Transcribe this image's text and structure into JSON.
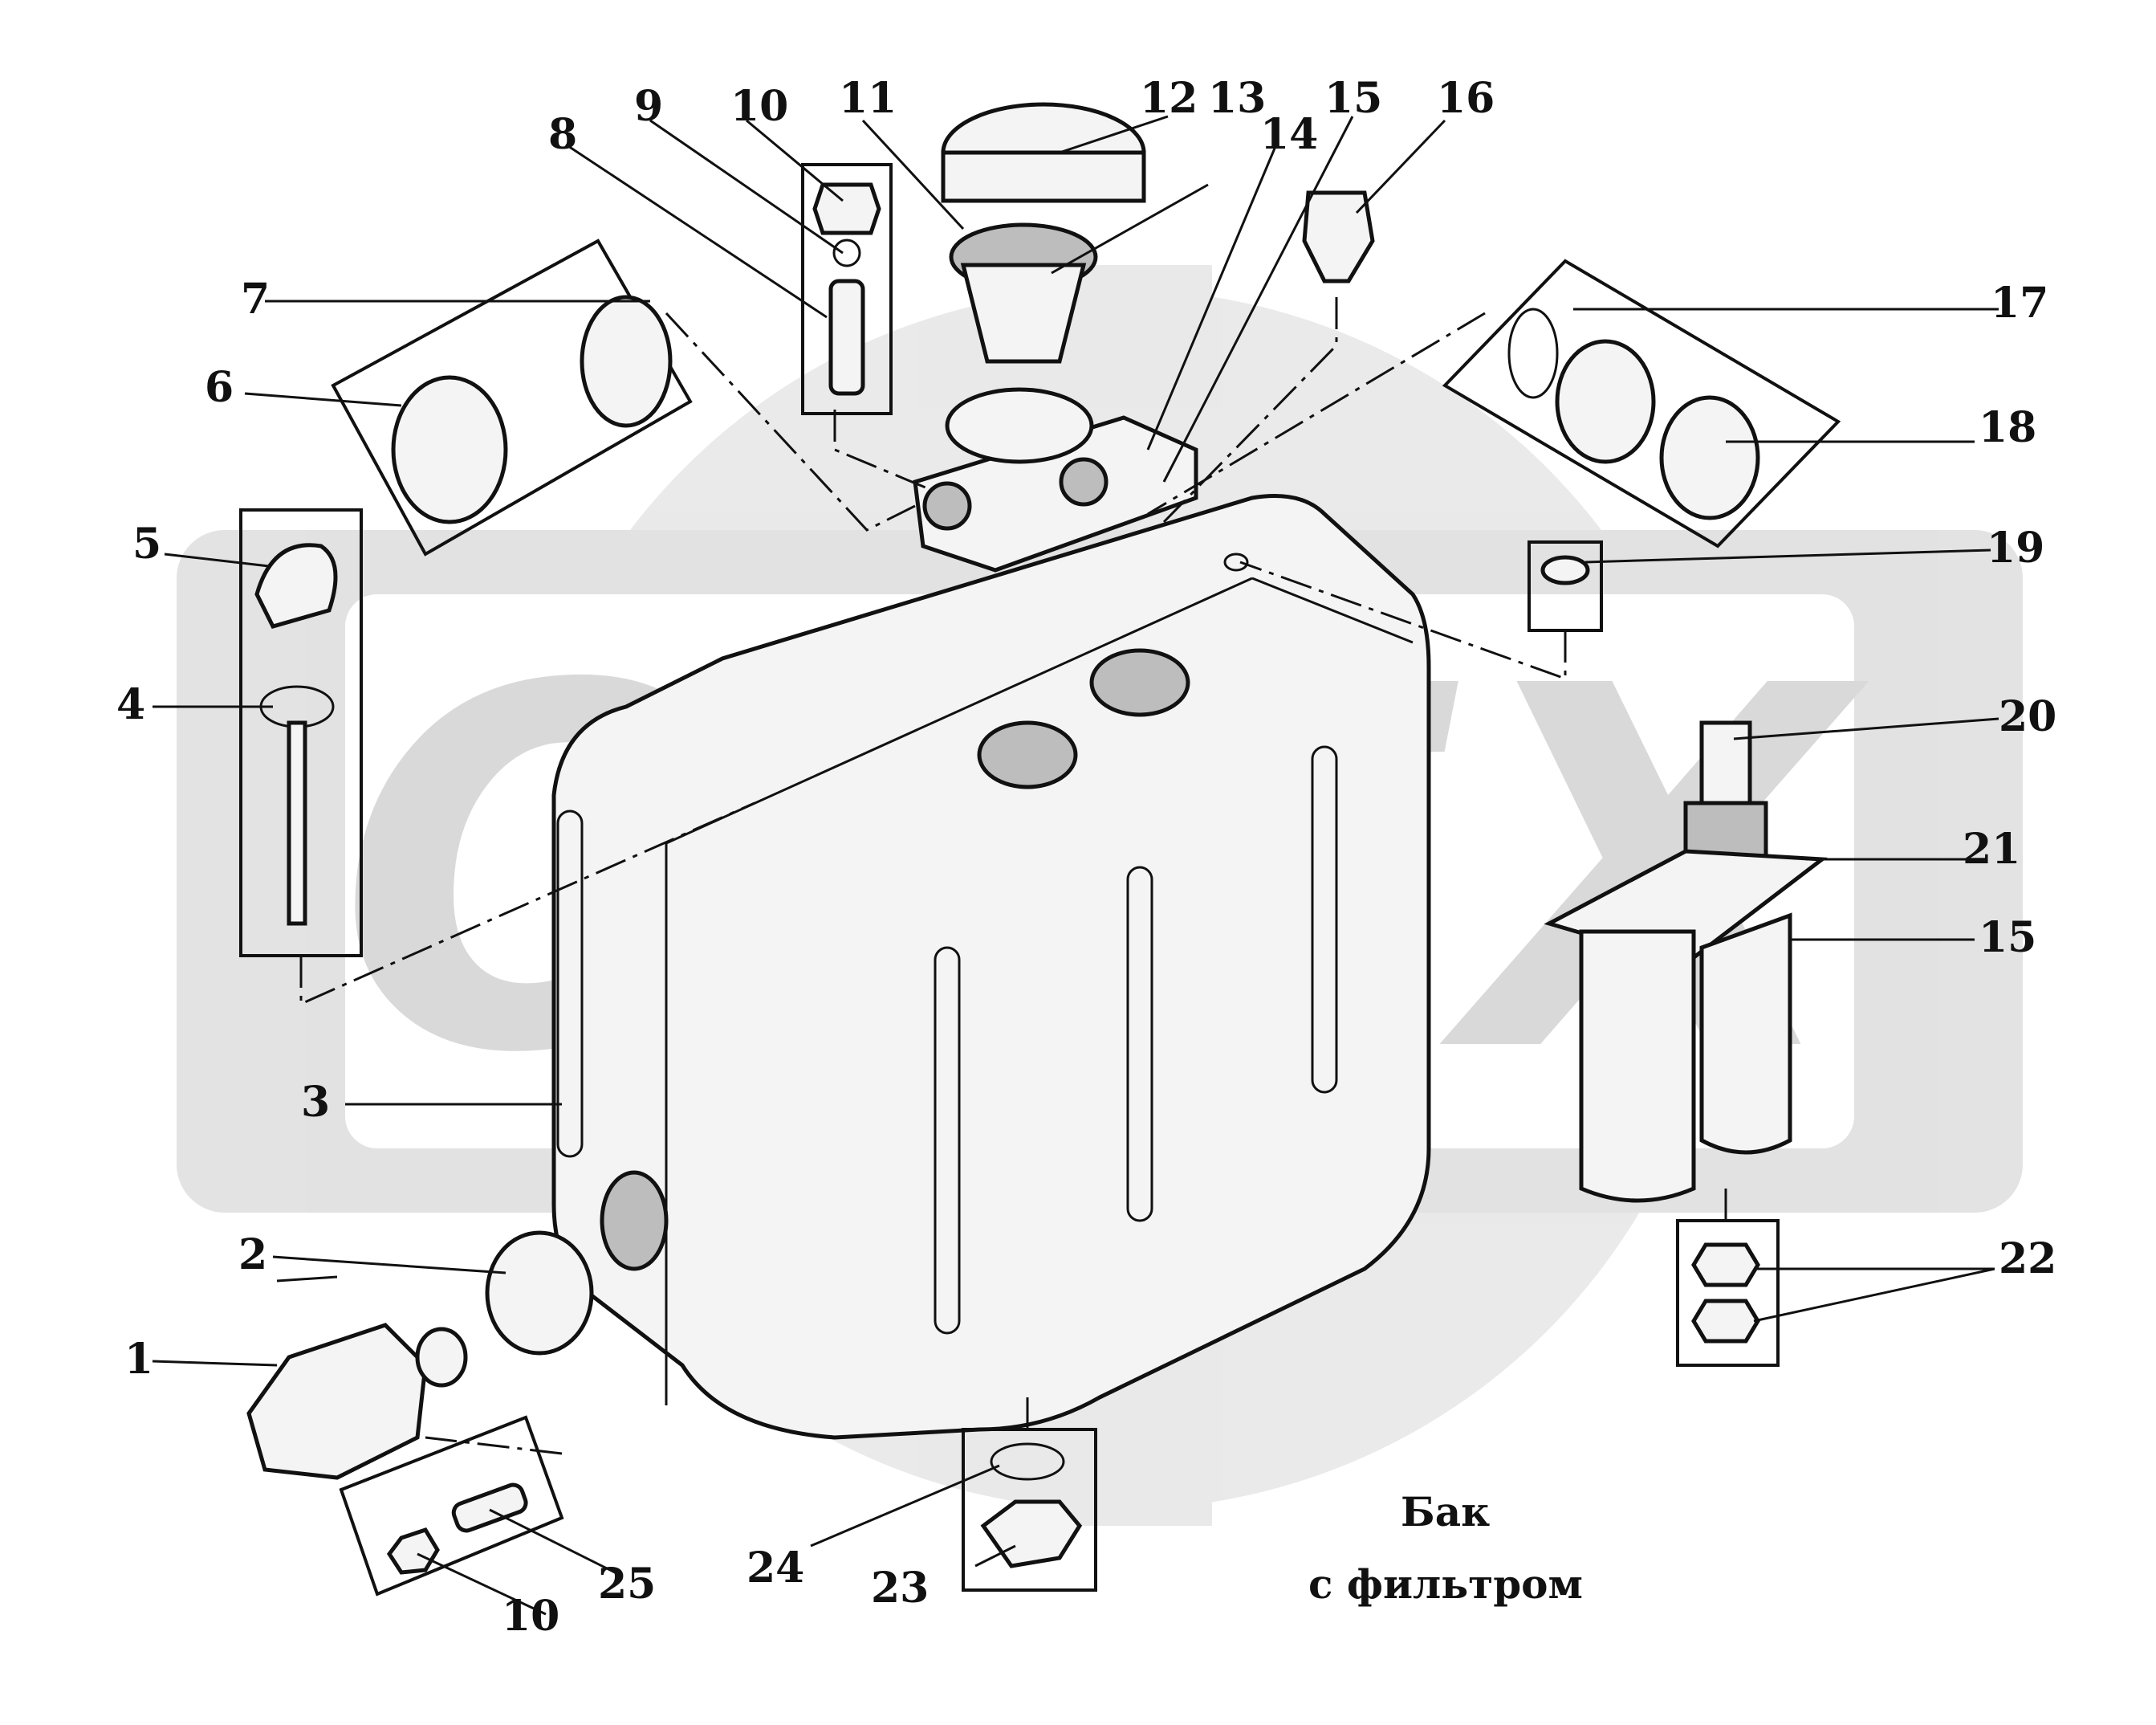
{
  "caption": {
    "line1": "Бак",
    "line2": "с  фильтром"
  },
  "watermark": "OPEX",
  "callouts": [
    {
      "id": "c1",
      "label": "1"
    },
    {
      "id": "c2",
      "label": "2"
    },
    {
      "id": "c3",
      "label": "3"
    },
    {
      "id": "c4",
      "label": "4"
    },
    {
      "id": "c5",
      "label": "5"
    },
    {
      "id": "c6",
      "label": "6"
    },
    {
      "id": "c7",
      "label": "7"
    },
    {
      "id": "c8",
      "label": "8"
    },
    {
      "id": "c9",
      "label": "9"
    },
    {
      "id": "c10a",
      "label": "10"
    },
    {
      "id": "c11",
      "label": "11"
    },
    {
      "id": "c12",
      "label": "12"
    },
    {
      "id": "c13",
      "label": "13"
    },
    {
      "id": "c14",
      "label": "14"
    },
    {
      "id": "c15a",
      "label": "15"
    },
    {
      "id": "c16",
      "label": "16"
    },
    {
      "id": "c17",
      "label": "17"
    },
    {
      "id": "c18",
      "label": "18"
    },
    {
      "id": "c19",
      "label": "19"
    },
    {
      "id": "c20",
      "label": "20"
    },
    {
      "id": "c21",
      "label": "21"
    },
    {
      "id": "c15b",
      "label": "15"
    },
    {
      "id": "c22",
      "label": "22"
    },
    {
      "id": "c23",
      "label": "23"
    },
    {
      "id": "c24",
      "label": "24"
    },
    {
      "id": "c25",
      "label": "25"
    },
    {
      "id": "c10b",
      "label": "10"
    }
  ]
}
